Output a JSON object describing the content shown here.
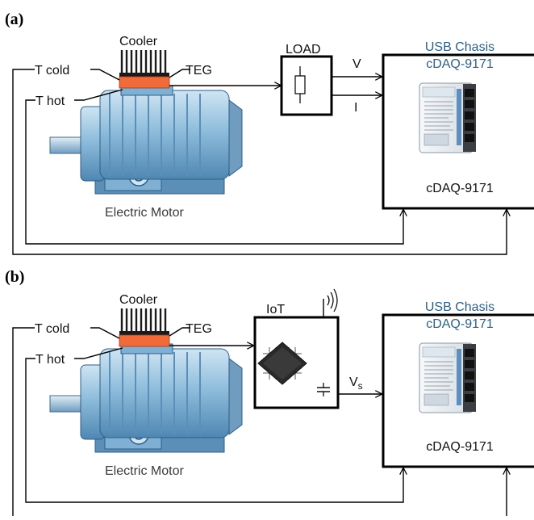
{
  "colors": {
    "teg": "#f06a3a",
    "motor_body": "#8fbddc",
    "motor_dark": "#4f87b2",
    "motor_light": "#cfe5f3",
    "cooler": "#222222",
    "module_body": "#e9eef3",
    "module_accent": "#4a7fb1"
  },
  "icons": {
    "motor": "electric-motor-icon",
    "cooler": "heatsink-icon",
    "daq": "daq-module-icon",
    "chip": "microcontroller-icon",
    "wireless": "wireless-signal-icon",
    "resistor": "resistor-icon",
    "capacitor": "capacitor-icon"
  },
  "panels": [
    {
      "label": "(a)",
      "cooler": "Cooler",
      "t_cold": "T cold",
      "t_hot": "T hot",
      "teg": "TEG",
      "motor": "Electric Motor",
      "block": "LOAD",
      "signals": [
        "V",
        "I"
      ],
      "chassis_title_1": "USB Chasis",
      "chassis_title_2": "cDAQ-9171",
      "chassis_bottom": "cDAQ-9171"
    },
    {
      "label": "(b)",
      "cooler": "Cooler",
      "t_cold": "T cold",
      "t_hot": "T hot",
      "teg": "TEG",
      "motor": "Electric Motor",
      "block": "IoT",
      "signal_main": "V",
      "signal_sub": "s",
      "chassis_title_1": "USB Chasis",
      "chassis_title_2": "cDAQ-9171",
      "chassis_bottom": "cDAQ-9171"
    }
  ]
}
